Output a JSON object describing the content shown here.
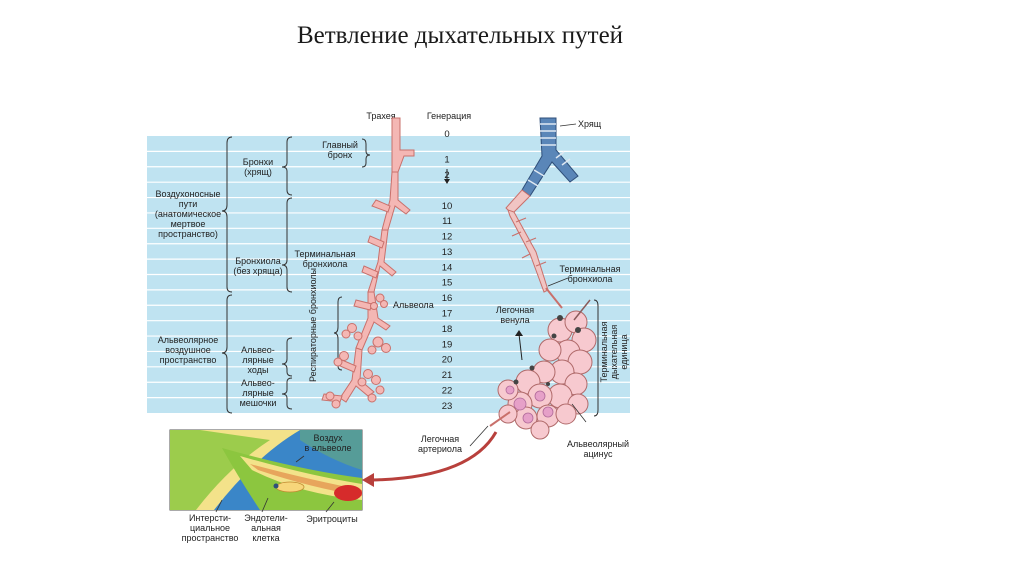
{
  "title": "Ветвление дыхательных путей",
  "header": {
    "trachea": "Трахея",
    "generation": "Генерация",
    "cartilage": "Хрящ"
  },
  "generations": [
    "0",
    "1",
    "2",
    "",
    "10",
    "11",
    "12",
    "13",
    "14",
    "15",
    "16",
    "17",
    "18",
    "19",
    "20",
    "21",
    "22",
    "23"
  ],
  "zones": {
    "conducting": [
      "Воздухоносные",
      "пути",
      "(анатомическое",
      "мертвое",
      "пространство)"
    ],
    "alveolar_space": [
      "Альвеолярное",
      "воздушное",
      "пространство"
    ]
  },
  "subzones": {
    "bronchi": [
      "Бронхи",
      "(хрящ)"
    ],
    "bronchioles": [
      "Бронхиола",
      "(без хряща)"
    ],
    "alv_ducts": [
      "Альвео-",
      "лярные",
      "ходы"
    ],
    "alv_sacs": [
      "Альвео-",
      "лярные",
      "мешочки"
    ]
  },
  "tree_labels": {
    "main_bronchus": [
      "Главный",
      "бронх"
    ],
    "terminal_bronchiole": [
      "Терминальная",
      "бронхиола"
    ],
    "respiratory_bronchioles": "Респираторные бронхиолы",
    "alveolus": "Альвеола"
  },
  "right_labels": {
    "terminal_bronchiole": [
      "Терминальная",
      "бронхиола"
    ],
    "pulmonary_venule": [
      "Легочная",
      "венула"
    ],
    "terminal_unit": [
      "Терминальная",
      "дыхательная",
      "единица"
    ],
    "pulmonary_arteriole": [
      "Легочная",
      "артериола"
    ],
    "alveolar_acinus": [
      "Альвеолярный",
      "ацинус"
    ]
  },
  "inset_labels": {
    "air": [
      "Воздух",
      "в альвеоле"
    ],
    "interstitial": [
      "Интерсти-",
      "циальное",
      "пространство"
    ],
    "endothelial": [
      "Эндотели-",
      "альная",
      "клетка"
    ],
    "erythrocytes": "Эритроциты"
  },
  "colors": {
    "band_light": "#bfe3f1",
    "band_line": "#ffffff",
    "tree_fill": "#f4b7b4",
    "tree_stroke": "#c9706b",
    "arrow": "#b8403c",
    "inset_blue": "#3a86c8",
    "inset_green": "#8cc63f",
    "inset_yellow": "#f3e28a"
  }
}
